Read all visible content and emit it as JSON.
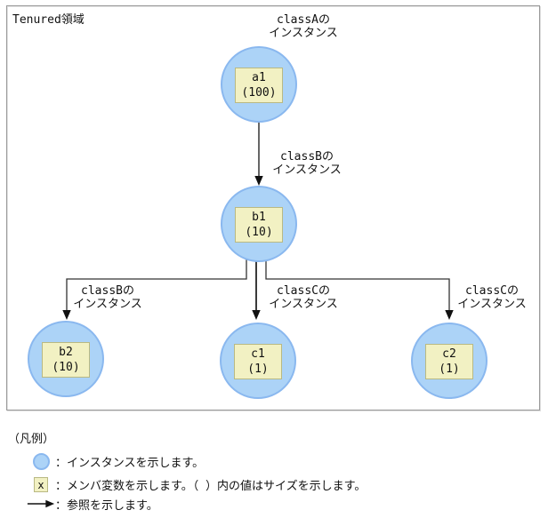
{
  "diagram": {
    "area_label": "Tenured領域",
    "nodes": [
      {
        "id": "a1",
        "name": "a1",
        "size": "(100)",
        "class_label_line1": "classAの",
        "class_label_line2": "インスタンス"
      },
      {
        "id": "b1",
        "name": "b1",
        "size": "(10)",
        "class_label_line1": "classBの",
        "class_label_line2": "インスタンス"
      },
      {
        "id": "b2",
        "name": "b2",
        "size": "(10)",
        "class_label_line1": "classBの",
        "class_label_line2": "インスタンス"
      },
      {
        "id": "c1",
        "name": "c1",
        "size": "(1)",
        "class_label_line1": "classCの",
        "class_label_line2": "インスタンス"
      },
      {
        "id": "c2",
        "name": "c2",
        "size": "(1)",
        "class_label_line1": "classCの",
        "class_label_line2": "インスタンス"
      }
    ],
    "edges": [
      {
        "from": "a1",
        "to": "b1"
      },
      {
        "from": "b1",
        "to": "b2"
      },
      {
        "from": "b1",
        "to": "c1"
      },
      {
        "from": "b1",
        "to": "c2"
      }
    ]
  },
  "legend": {
    "title": "（凡例）",
    "items": [
      {
        "icon": "instance-circle-icon",
        "text": "：インスタンスを示します。"
      },
      {
        "icon": "member-variable-box-icon",
        "icon_label": "x",
        "text": "：メンバ変数を示します。（ ）内の値はサイズを示します。"
      },
      {
        "icon": "reference-arrow-icon",
        "text": "：参照を示します。"
      }
    ]
  },
  "colors": {
    "instance_fill": "#acd3f7",
    "instance_border": "#8ab8ef",
    "member_fill": "#f2f1c3",
    "member_border": "#b9b983",
    "line": "#333333",
    "arrowhead": "#111111",
    "frame_border": "#9a9a9a"
  }
}
